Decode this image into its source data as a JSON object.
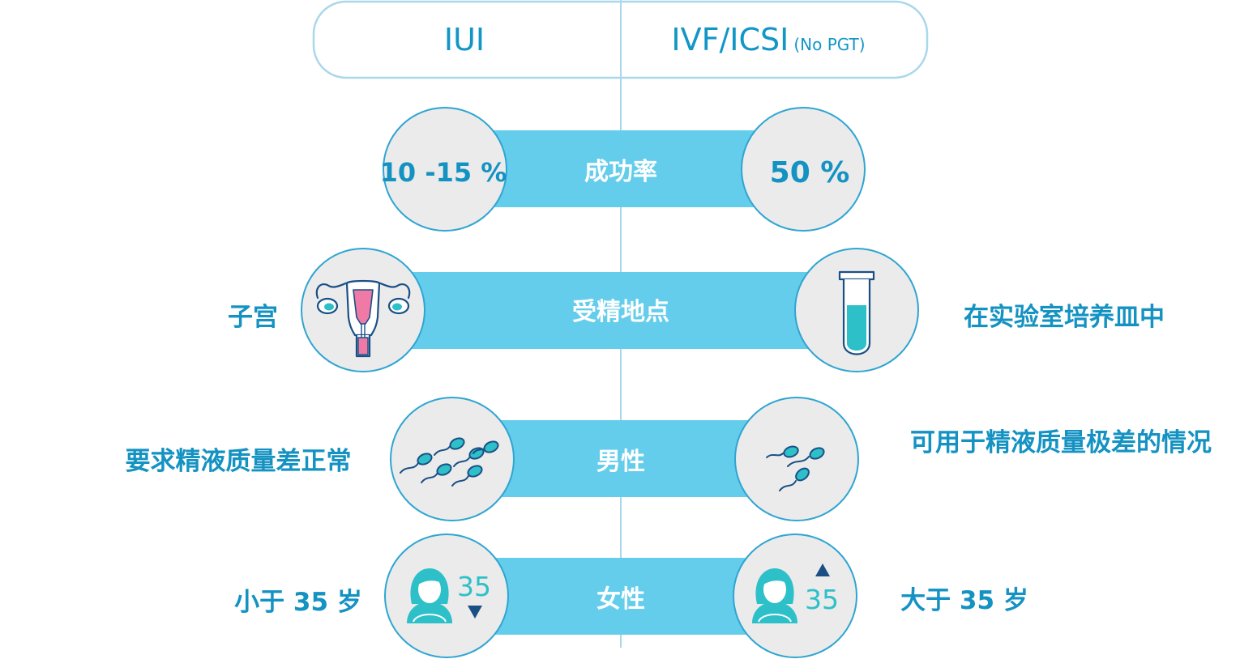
{
  "header": {
    "left": "IUI",
    "right_main": "IVF/ICSI",
    "right_sub": "(No PGT)"
  },
  "rows": [
    {
      "label": "成功率",
      "left_value": "10 -15 %",
      "right_value": "50 %"
    },
    {
      "label": "受精地点",
      "left_text": "子宫",
      "right_text": "在实验室培养皿中",
      "left_icon": "uterus-icon",
      "right_icon": "test-tube-icon"
    },
    {
      "label": "男性",
      "left_text": "要求精液质量差正常",
      "right_text": "可用于精液质量极差的情况",
      "left_icon": "sperm-many-icon",
      "right_icon": "sperm-few-icon"
    },
    {
      "label": "女性",
      "left_text": "小于 35 岁",
      "right_text": "大于 35 岁",
      "left_age": "35",
      "right_age": "35",
      "left_icon": "woman-avatar-icon",
      "right_icon": "woman-avatar-icon"
    }
  ],
  "colors": {
    "bar": "#64cdeb",
    "circle_fill": "#ebebeb",
    "circle_stroke": "#2fa5d2",
    "text_blue": "#1492c2",
    "accent_teal": "#2ec0c8",
    "uterus_pink": "#ef7aa5"
  }
}
